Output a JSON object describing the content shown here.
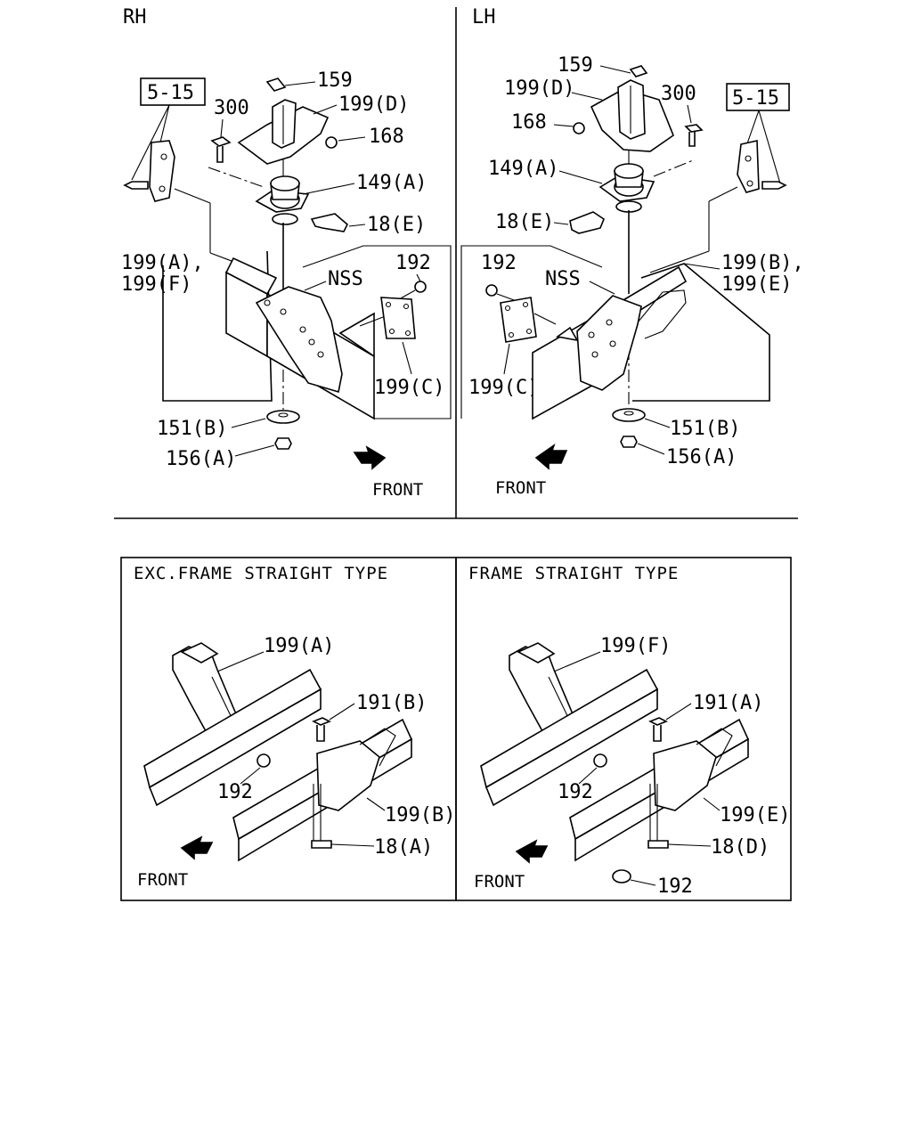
{
  "top_panels": {
    "rh": {
      "side_label": "RH",
      "ref_box": "5-15",
      "labels": {
        "p159": "159",
        "p199d": "199(D)",
        "p300": "300",
        "p168": "168",
        "p149a": "149(A)",
        "p18e": "18(E)",
        "p199a_line1": "199(A),",
        "p199a_line2": "199(F)",
        "nss": "NSS",
        "p192": "192",
        "p199c": "199(C)",
        "p151b": "151(B)",
        "p156a": "156(A)",
        "front": "FRONT"
      }
    },
    "lh": {
      "side_label": "LH",
      "ref_box": "5-15",
      "labels": {
        "p159": "159",
        "p199d": "199(D)",
        "p300": "300",
        "p168": "168",
        "p149a": "149(A)",
        "p18e": "18(E)",
        "p199b_line1": "199(B),",
        "p199b_line2": "199(E)",
        "p192": "192",
        "nss": "NSS",
        "p199c": "199(C)",
        "p151b": "151(B)",
        "p156a": "156(A)",
        "front": "FRONT"
      }
    }
  },
  "bottom_panels": {
    "exc_frame_straight": {
      "title": "EXC.FRAME STRAIGHT TYPE",
      "labels": {
        "p199a": "199(A)",
        "p191b": "191(B)",
        "p192": "192",
        "p199b": "199(B)",
        "p18a": "18(A)",
        "front": "FRONT"
      }
    },
    "frame_straight": {
      "title": "FRAME STRAIGHT TYPE",
      "labels": {
        "p199f": "199(F)",
        "p191a": "191(A)",
        "p192": "192",
        "p199e": "199(E)",
        "p18d": "18(D)",
        "p192b": "192",
        "front": "FRONT"
      }
    }
  }
}
